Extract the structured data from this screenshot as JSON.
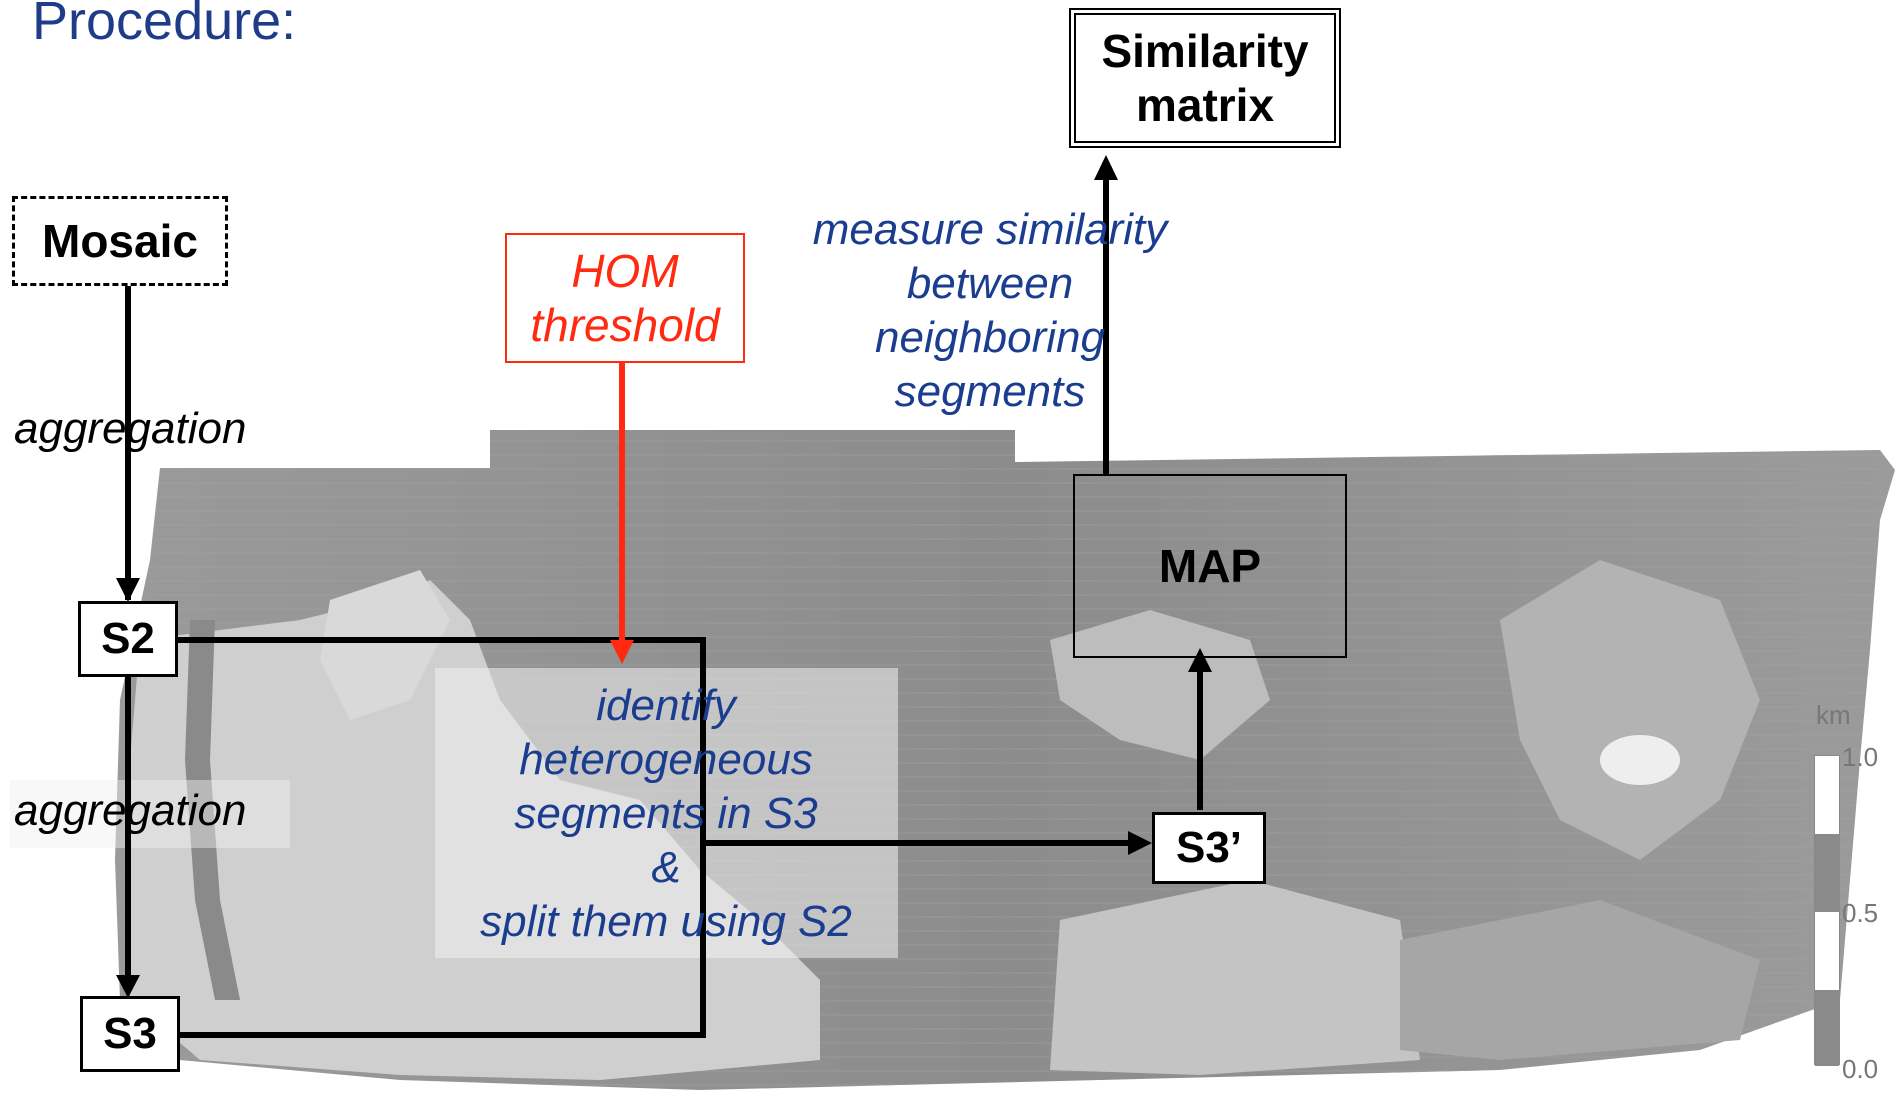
{
  "title": "Procedure:",
  "nodes": {
    "mosaic": "Mosaic",
    "hom_threshold_line1": "HOM",
    "hom_threshold_line2": "threshold",
    "similarity_line1": "Similarity",
    "similarity_line2": "matrix",
    "s2": "S2",
    "s3": "S3",
    "s3prime": "S3’",
    "map": "MAP"
  },
  "edges": {
    "aggregation_1": "aggregation",
    "aggregation_2": "aggregation",
    "measure_line1": "measure similarity",
    "measure_line2": "between",
    "measure_line3": "neighboring",
    "measure_line4": "segments",
    "identify_line1": "identify",
    "identify_line2": "heterogeneous",
    "identify_line3": "segments in S3",
    "identify_line4": "&",
    "identify_line5": "split them using S2"
  },
  "scale_bar": {
    "unit": "km",
    "ticks": [
      "1.0",
      "0.5",
      "0.0"
    ]
  },
  "colors": {
    "title": "#1f3c88",
    "annotation": "#1a3d8f",
    "hom": "#ff2a10",
    "mosaic_fill": "#8f8f8f",
    "mosaic_light": "#c9c9c9"
  }
}
